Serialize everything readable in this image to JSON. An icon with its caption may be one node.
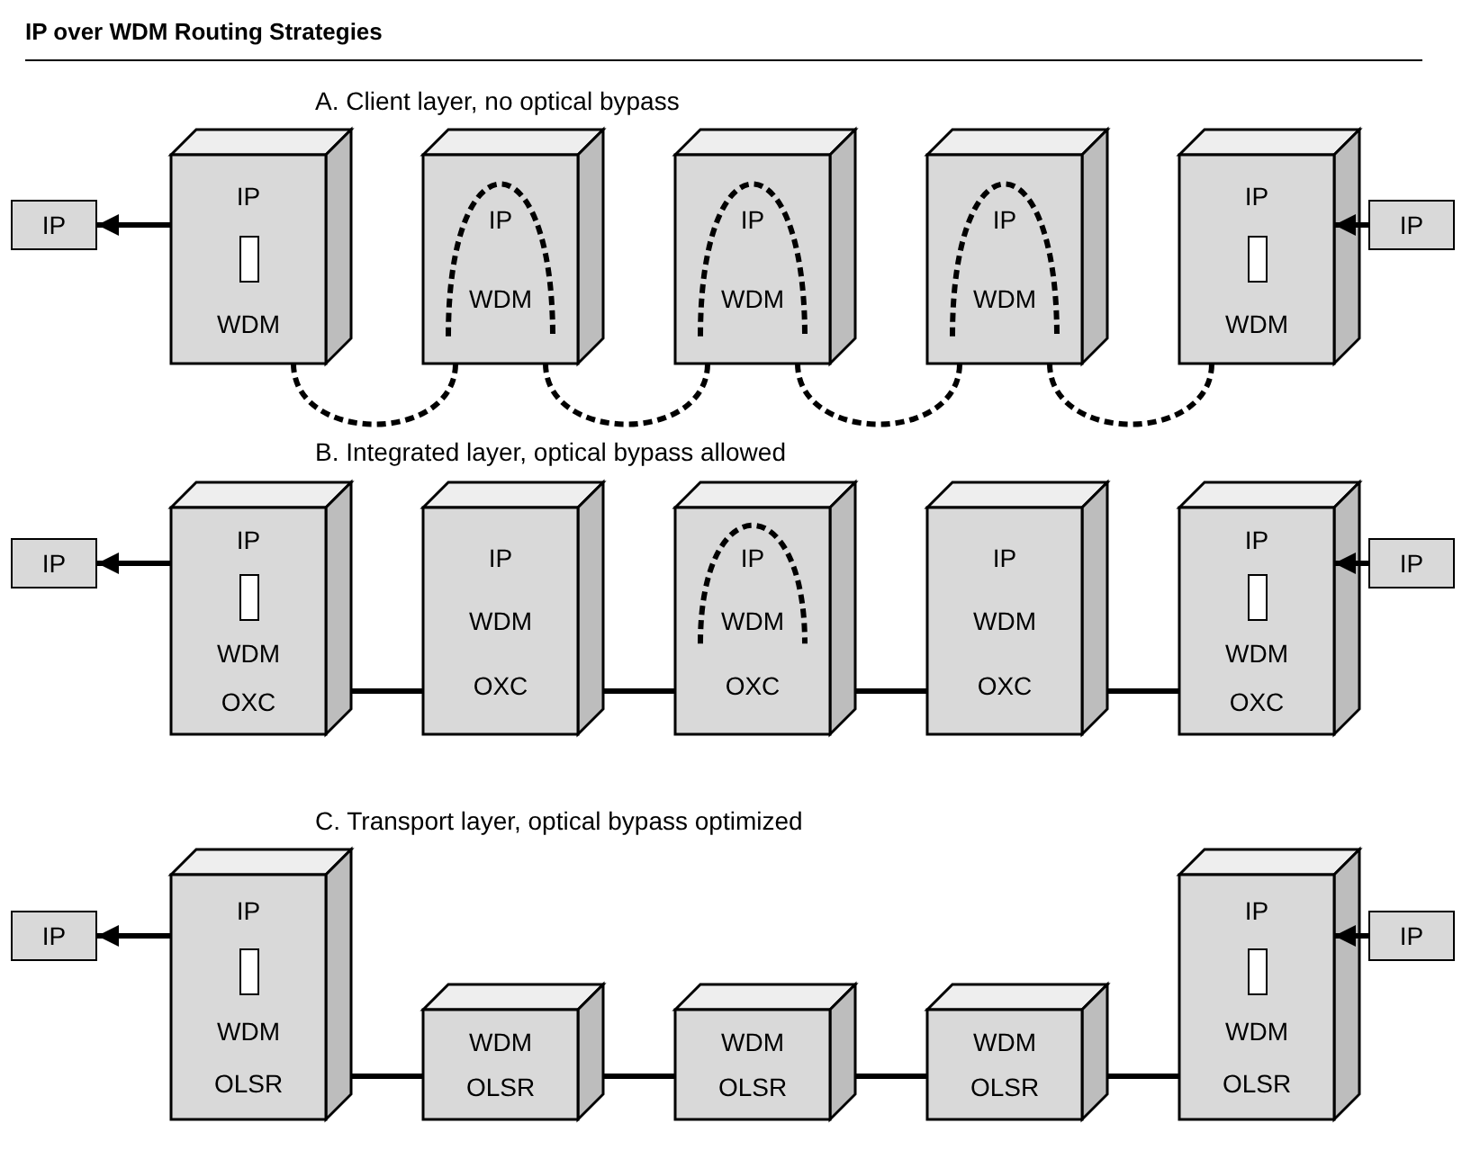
{
  "diagram": {
    "title": "IP over WDM Routing Strategies",
    "nodes": [
      {
        "text": [
          "IP"
        ]
      },
      {
        "text": [
          "IP",
          "WDM"
        ]
      },
      {
        "text": [
          "IP",
          "WDM"
        ]
      },
      {
        "text": [
          "IP",
          "WDM"
        ]
      },
      {
        "text": [
          "IP",
          "WDM"
        ]
      },
      {
        "text": [
          "IP",
          "WDM"
        ]
      },
      {
        "text": [
          "IP"
        ]
      },
      {
        "text": [
          "IP"
        ]
      },
      {
        "text": [
          "IP",
          "WDM",
          "OXC"
        ]
      },
      {
        "text": [
          "IP",
          "WDM",
          "OXC"
        ]
      },
      {
        "text": [
          "IP",
          "WDM",
          "OXC"
        ]
      },
      {
        "text": [
          "IP",
          "WDM",
          "OXC"
        ]
      },
      {
        "text": [
          "IP",
          "WDM",
          "OXC"
        ]
      },
      {
        "text": [
          "IP"
        ]
      },
      {
        "text": [
          "IP"
        ]
      },
      {
        "text": [
          "IP",
          "WDM",
          "OLSR"
        ]
      },
      {
        "text": [
          "WDM",
          "OLSR"
        ]
      },
      {
        "text": [
          "WDM",
          "OLSR"
        ]
      },
      {
        "text": [
          "WDM",
          "OLSR"
        ]
      },
      {
        "text": [
          "IP",
          "WDM",
          "OLSR"
        ]
      },
      {
        "text": [
          "IP"
        ]
      }
    ],
    "edges": [
      {
        "from": 1,
        "to": 0,
        "arrow": "to"
      },
      {
        "from": 6,
        "to": 5,
        "arrow": "to"
      },
      {
        "from": 1,
        "to": 2,
        "arrow": "none",
        "style": "dashed"
      },
      {
        "from": 2,
        "to": 3,
        "arrow": "none",
        "style": "dashed"
      },
      {
        "from": 3,
        "to": 4,
        "arrow": "none",
        "style": "dashed"
      },
      {
        "from": 4,
        "to": 5,
        "arrow": "none",
        "style": "dashed"
      },
      {
        "from": 8,
        "to": 7,
        "arrow": "to"
      },
      {
        "from": 13,
        "to": 12,
        "arrow": "to"
      },
      {
        "from": 8,
        "to": 9,
        "arrow": "none"
      },
      {
        "from": 9,
        "to": 10,
        "arrow": "none"
      },
      {
        "from": 10,
        "to": 11,
        "arrow": "none"
      },
      {
        "from": 11,
        "to": 12,
        "arrow": "none"
      },
      {
        "from": 15,
        "to": 14,
        "arrow": "to"
      },
      {
        "from": 20,
        "to": 19,
        "arrow": "to"
      },
      {
        "from": 15,
        "to": 16,
        "arrow": "none"
      },
      {
        "from": 16,
        "to": 17,
        "arrow": "none"
      },
      {
        "from": 17,
        "to": 18,
        "arrow": "none"
      },
      {
        "from": 18,
        "to": 19,
        "arrow": "none"
      }
    ],
    "labels": [
      "A. Client layer, no optical bypass",
      "B. Integrated layer, optical bypass allowed",
      "C. Transport layer, optical bypass optimized"
    ]
  }
}
